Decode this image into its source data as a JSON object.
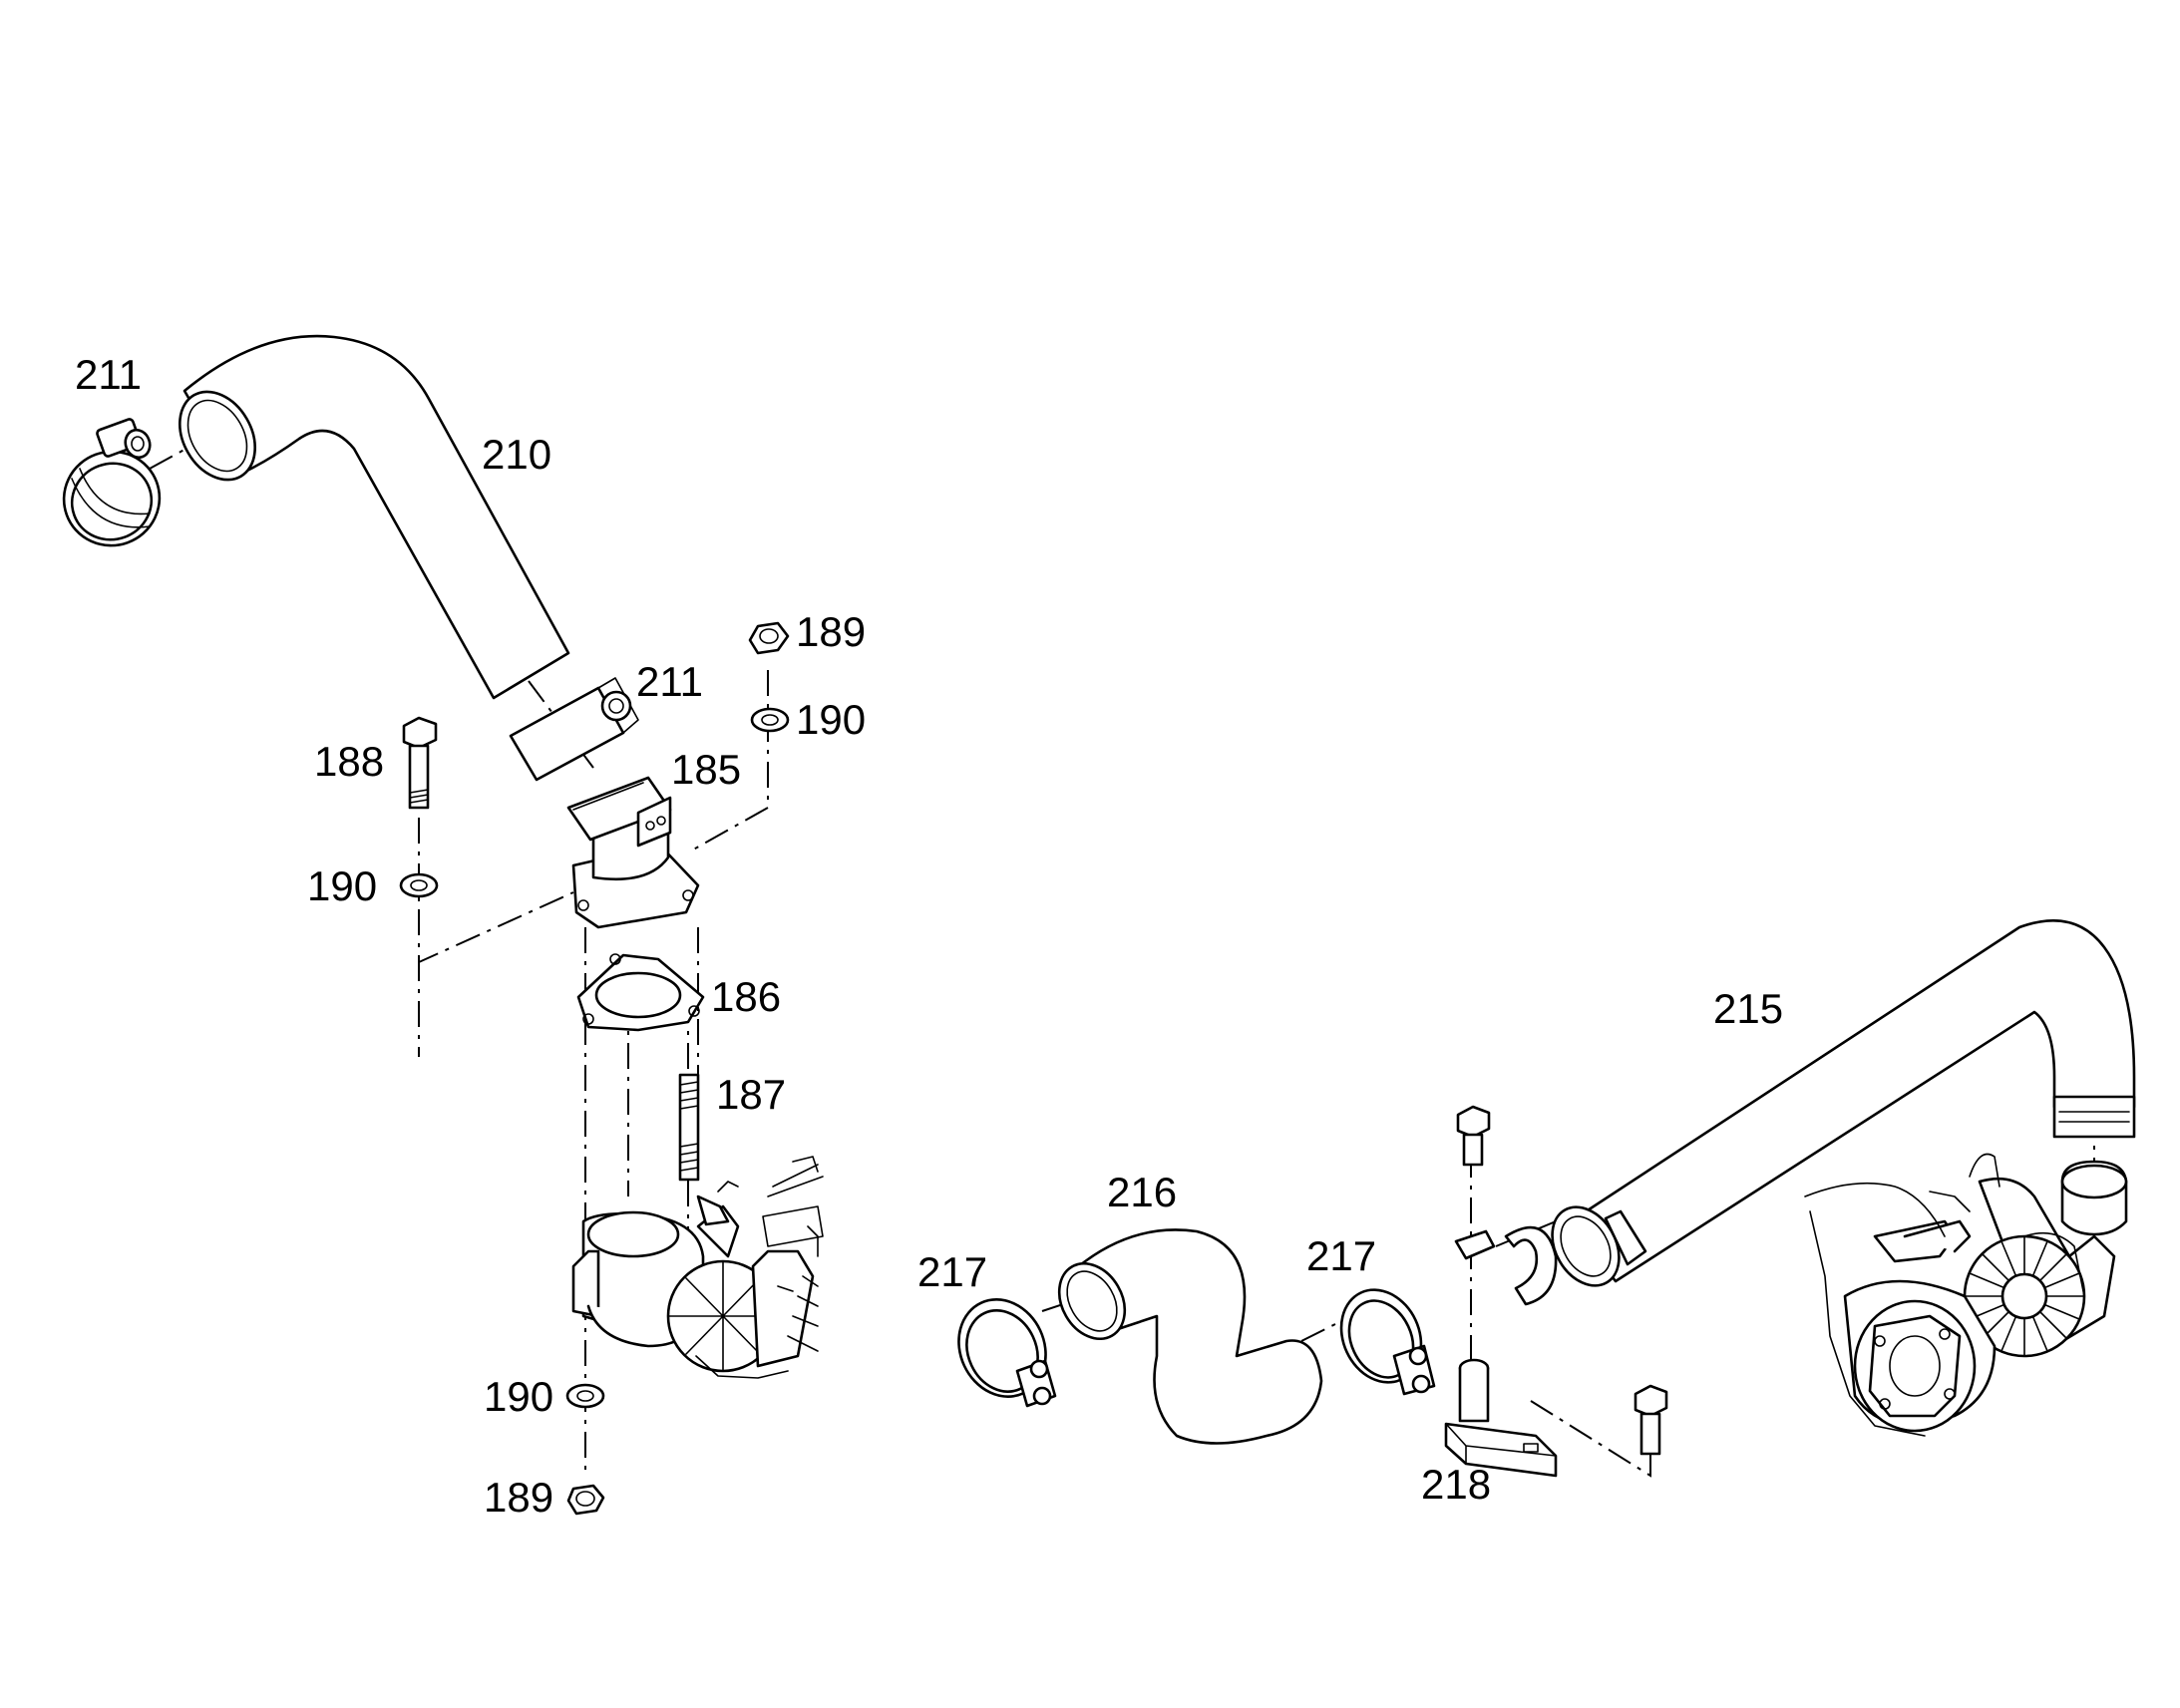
{
  "callouts": [
    {
      "id": "c211a",
      "label": "211"
    },
    {
      "id": "c210",
      "label": "210"
    },
    {
      "id": "c211b",
      "label": "211"
    },
    {
      "id": "c189a",
      "label": "189"
    },
    {
      "id": "c190a",
      "label": "190"
    },
    {
      "id": "c188",
      "label": "188"
    },
    {
      "id": "c185",
      "label": "185"
    },
    {
      "id": "c190b",
      "label": "190"
    },
    {
      "id": "c186",
      "label": "186"
    },
    {
      "id": "c187",
      "label": "187"
    },
    {
      "id": "c190c",
      "label": "190"
    },
    {
      "id": "c189b",
      "label": "189"
    },
    {
      "id": "c215",
      "label": "215"
    },
    {
      "id": "c216",
      "label": "216"
    },
    {
      "id": "c217a",
      "label": "217"
    },
    {
      "id": "c217b",
      "label": "217"
    },
    {
      "id": "c218",
      "label": "218"
    }
  ]
}
